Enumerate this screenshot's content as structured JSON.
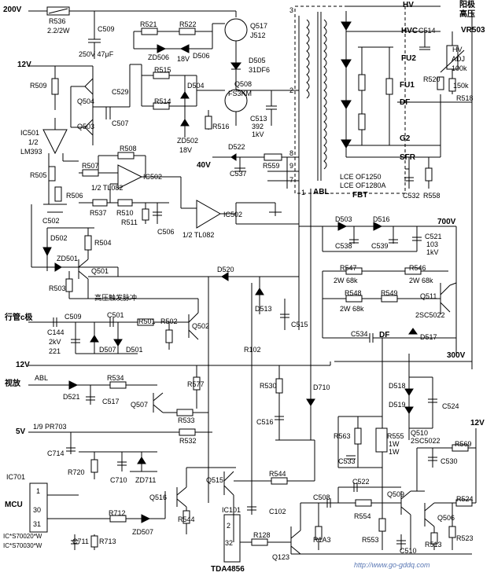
{
  "rails": {
    "v200": "200V",
    "v12": "12V",
    "v12b": "12V",
    "v5": "5V",
    "v12r": "12V",
    "v40": "40V",
    "v700": "700V",
    "v300": "300V"
  },
  "hv": {
    "hv": "HV",
    "out_cn": "阳极",
    "out_cn2": "高压",
    "hvc": "HVC",
    "fu2": "FU2",
    "fu1": "FU1",
    "df": "DF",
    "g2": "G2",
    "sfr": "SFR",
    "abl": "ABL",
    "fbt": "FBT",
    "lce1": "LCE OF1250",
    "lce2": "LCE OF1280A",
    "pins": [
      "3",
      "2",
      "8",
      "9",
      "7",
      "1"
    ]
  },
  "vr503": {
    "name": "VR503",
    "l1": "HV",
    "l2": "ADJ",
    "val": "100k",
    "r": "150k",
    "r518": "R518",
    "r520": "R520"
  },
  "parts": {
    "r536": "R536",
    "r536v": "2.2/2W",
    "c509": "C509",
    "c509v": "250V 47μF",
    "r521": "R521",
    "r522": "R522",
    "zd506": "ZD506",
    "zd506v": "18V",
    "d506": "D506",
    "q517": "Q517",
    "q517v": "J512",
    "d505": "D505",
    "d505v": "31DF6",
    "r509": "R509",
    "q504": "Q504",
    "q503": "Q503",
    "c529": "C529",
    "c507": "C507",
    "r515": "R515",
    "d504": "D504",
    "r514": "R514",
    "zd502": "ZD502",
    "zd502v": "18V",
    "r516": "R516",
    "q508": "Q508",
    "q508v": "FS3KM",
    "c513": "C513",
    "c513v": "392",
    "c513v2": "1kV",
    "d522": "D522",
    "c537": "C537",
    "r559": "R559",
    "ic501": "IC501",
    "ic501a": "1/2",
    "ic501b": "LM393",
    "r505": "R505",
    "r506": "R506",
    "c502": "C502",
    "r508": "R508",
    "r507": "R507",
    "ic502": "IC502",
    "ic502a": "1/2 TL082",
    "r537": "R537",
    "r510": "R510",
    "r511": "R511",
    "c506": "C506",
    "ic502b": "IC502",
    "ic502b2": "1/2 TL082",
    "d502": "D502",
    "zd501": "ZD501",
    "r504": "R504",
    "q501": "Q501",
    "r503": "R503",
    "hv_pulse": "高压触发脉冲",
    "d520": "D520",
    "d513": "D513",
    "c515": "C515",
    "d503": "D503",
    "d516": "D516",
    "c538": "C538",
    "c539": "C539",
    "c521": "C521",
    "c521v": "103",
    "c521v2": "1kV",
    "r547": "R547",
    "r547v": "2W 68k",
    "r546": "R546",
    "r546v": "2W 68k",
    "r548": "R548",
    "r548v": "2W 68k",
    "r549": "R549",
    "q511": "Q511",
    "q511v": "2SC5022",
    "c534": "C534",
    "df2": "DF",
    "d517": "D517",
    "hd_c": "行管c极",
    "c144": "C144",
    "c144v": "2kV",
    "c144v2": "221",
    "c509b": "C509",
    "c501": "C501",
    "r501": "R501",
    "r502": "R502",
    "q502": "Q502",
    "d507": "D507",
    "d501": "D501",
    "r102": "R102",
    "abl2": "ABL",
    "shifang": "视放",
    "d521": "D521",
    "r534": "R534",
    "c517": "C517",
    "q507": "Q507",
    "r533": "R533",
    "r577": "R577",
    "r530": "R530",
    "d710": "D710",
    "c516": "C516",
    "d518": "D518",
    "d519": "D519",
    "c524": "C524",
    "q510": "Q510",
    "q510v": "2SC5022",
    "pr703": "1/9 PR703",
    "c714": "C714",
    "r532": "R532",
    "r720": "R720",
    "c710": "C710",
    "zd711": "ZD711",
    "r563": "R563",
    "c533": "C533",
    "r555": "R555",
    "r555v": "1W",
    "r555v2": "1W",
    "r569": "R569",
    "c530": "C530",
    "ic701": "IC701",
    "mcu": "MCU",
    "p1": "1",
    "p30": "30",
    "p31": "31",
    "r712": "R712",
    "zd507": "ZD507",
    "q516": "Q516",
    "q515": "Q515",
    "r544": "R544",
    "r544b": "R544",
    "c102": "C102",
    "c508": "C508",
    "c522": "C522",
    "r554": "R554",
    "q509": "Q509",
    "q506": "Q506",
    "r524": "R524",
    "r513": "R513",
    "r523": "R523",
    "r553": "R553",
    "c510": "C510",
    "ic101": "IC101",
    "p2": "2",
    "p32": "32",
    "tda": "TDA4856",
    "r128": "R128",
    "q123": "Q123",
    "r1a3": "R1A3",
    "c711": "C711",
    "r713": "R713",
    "ic1": "IC*S70020*W",
    "ic2": "IC*S70030*W"
  },
  "watermark": "http://www.go-gddq.com"
}
